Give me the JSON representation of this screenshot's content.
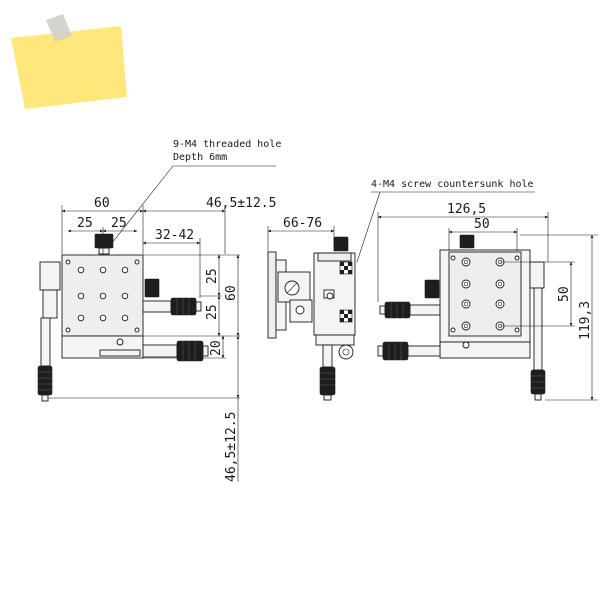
{
  "notes": {
    "threaded_hole_line1": "9-M4 threaded hole",
    "threaded_hole_line2": "Depth 6mm",
    "countersunk": "4-M4 screw countersunk hole"
  },
  "dimensions": {
    "front_width": "60",
    "front_half_left": "25",
    "front_half_right": "25",
    "travel_horizontal": "46,5±12.5",
    "offset_range": "32-42",
    "front_v_upper": "25",
    "front_v_lower": "25",
    "front_height": "60",
    "front_bottom_v": "20",
    "travel_vertical": "46,5±12.5",
    "side_width": "66-76",
    "top_width": "126,5",
    "top_plate_width": "50",
    "top_plate_height": "50",
    "top_height": "119,3"
  },
  "colors": {
    "sticky_note": "#ffe77a",
    "tape": "#d0d0c8",
    "line": "#1a1a1a"
  }
}
